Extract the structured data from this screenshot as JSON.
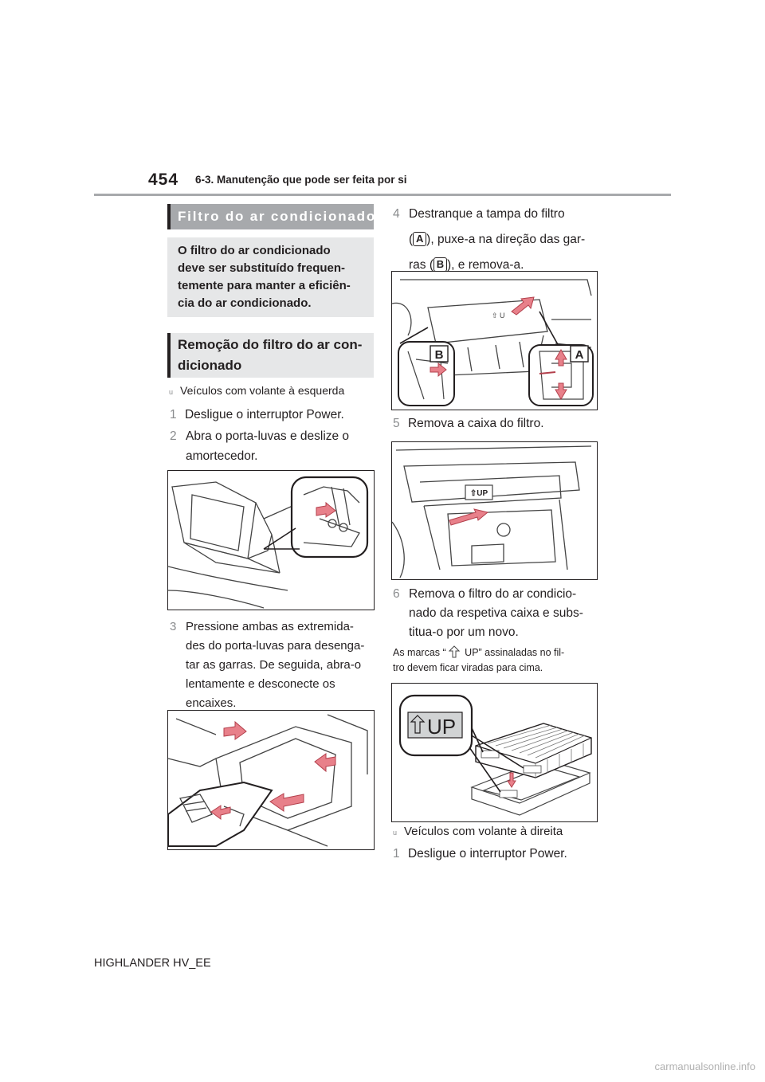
{
  "header": {
    "page_number": "454",
    "chapter": "6-3. Manutenção que pode ser feita por si"
  },
  "left": {
    "section_title": "Filtro do ar condicionado",
    "intro": "O filtro do ar condicionado deve ser substituído frequentemente para manter a eficiência do ar condicionado.",
    "intro_lines": [
      "O filtro do ar condicionado",
      "deve ser substituído frequen-",
      "temente para manter a eficiên-",
      "cia do ar condicionado."
    ],
    "subsection_lines": [
      "Remoção do filtro do ar con-",
      "dicionado"
    ],
    "bullet_glyph": "u",
    "bullet_text": "Veículos com volante à esquerda",
    "step1_num": "1",
    "step1_text": "Desligue o interruptor Power.",
    "step2_num": "2",
    "step2_lines": [
      "Abra o porta-luvas e deslize o",
      "amortecedor."
    ],
    "step3_num": "3",
    "step3_lines": [
      "Pressione ambas as extremida-",
      "des do porta-luvas para desenga-",
      "tar as garras. De seguida, abra-o",
      "lentamente e desconecte os",
      "encaixes."
    ]
  },
  "right": {
    "step4_num": "4",
    "step4_a": "Destranque a tampa do filtro",
    "step4_b1": "(",
    "step4_letter_a": "A",
    "step4_b2": "), puxe-a na direção das gar-",
    "step4_c1": "ras (",
    "step4_letter_b": "B",
    "step4_c2": "), e remova-a.",
    "fig4_label_b": "B",
    "fig4_label_a": "A",
    "fig4_filter_text": "⇧ U",
    "step5_num": "5",
    "step5_text": "Remova a caixa do filtro.",
    "fig5_up": "⇧UP",
    "step6_num": "6",
    "step6_lines": [
      "Remova o filtro do ar condicio-",
      "nado da respetiva caixa e subs-",
      "titua-o por um novo."
    ],
    "note_a": "As marcas “",
    "note_b": " UP” assinaladas no fil-",
    "note_c": "tro devem ficar viradas para cima.",
    "fig6_up": "UP",
    "bullet_glyph": "u",
    "bullet_text": "Veículos com volante à direita",
    "step_r1_num": "1",
    "step_r1_text": "Desligue o interruptor Power."
  },
  "footer": {
    "model": "HIGHLANDER HV_EE"
  },
  "watermark": "carmanualsonline.info"
}
